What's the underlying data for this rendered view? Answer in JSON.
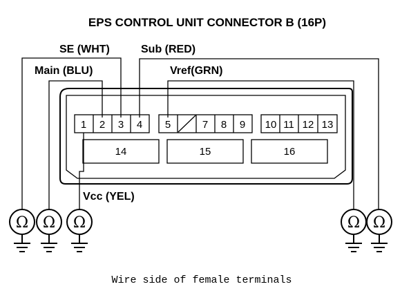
{
  "diagram": {
    "title": "EPS CONTROL UNIT CONNECTOR B (16P)",
    "caption": "Wire side of female terminals"
  },
  "wires": {
    "se": "SE (WHT)",
    "sub": "Sub (RED)",
    "main": "Main (BLU)",
    "vref": "Vref(GRN)",
    "vcc": "Vcc (YEL)"
  },
  "terminals": {
    "t1": "1",
    "t2": "2",
    "t3": "3",
    "t4": "4",
    "t5": "5",
    "t7": "7",
    "t8": "8",
    "t9": "9",
    "t10": "10",
    "t11": "11",
    "t12": "12",
    "t13": "13",
    "t14": "14",
    "t15": "15",
    "t16": "16"
  },
  "meters": {
    "symbol": "Ω"
  }
}
